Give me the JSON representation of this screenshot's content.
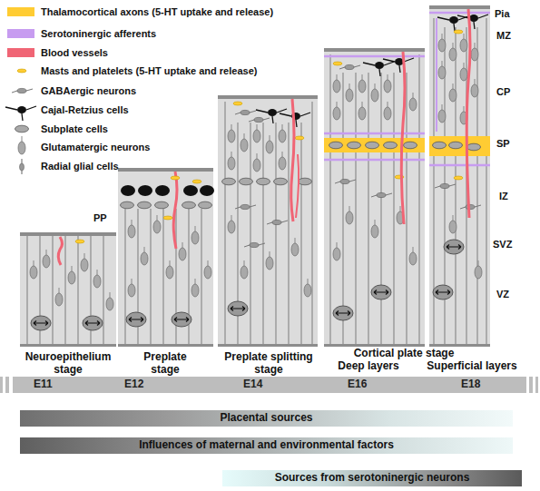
{
  "diagram": {
    "nodes": [
      {
        "text": [
          "E11",
          "E12",
          "E14",
          "E16",
          "E18"
        ]
      },
      {
        "text": [
          "Placental sources"
        ]
      },
      {
        "text": [
          "Influences of maternal and environmental factors"
        ]
      },
      {
        "text": [
          "Sources from serotoninergic neurons"
        ]
      }
    ],
    "labels": [
      "Pia",
      "MZ",
      "PP",
      "CP",
      "SP",
      "IZ",
      "SVZ",
      "VZ",
      "Neuroepithelium stage",
      "Preplate stage",
      "Preplate splitting stage",
      "Cortical plate stage",
      "Deep layers",
      "Superficial layers"
    ],
    "legend": [
      {
        "text": "Thalamocortical axons (5-HT uptake and release)",
        "color": "#ffcc33"
      },
      {
        "text": "Serotoninergic afferents",
        "color": "#c79cf0"
      },
      {
        "text": "Blood vessels",
        "color": "#f06575"
      },
      {
        "text": "Masts and platelets (5-HT uptake and release)"
      },
      {
        "text": "GABAergic neurons"
      },
      {
        "text": "Cajal-Retzius cells"
      },
      {
        "text": "Subplate cells"
      },
      {
        "text": "Glutamatergic neurons"
      },
      {
        "text": "Radial glial cells"
      }
    ]
  }
}
